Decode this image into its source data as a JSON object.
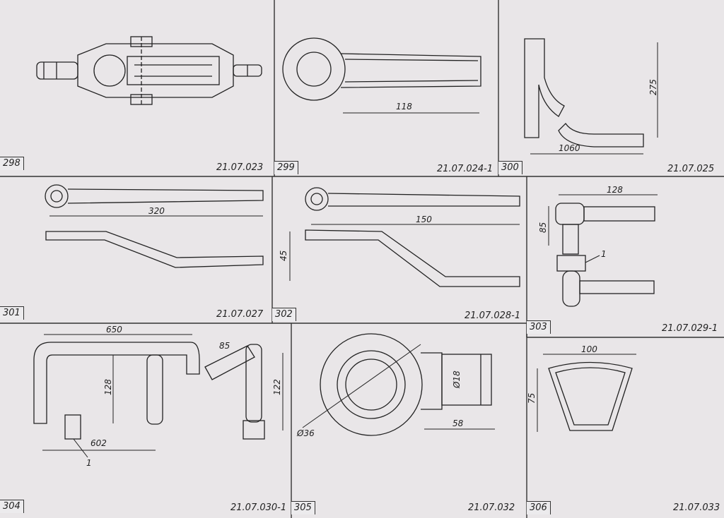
{
  "panels": [
    {
      "num": "298",
      "code": "21.07.023"
    },
    {
      "num": "299",
      "code": "21.07.024-1"
    },
    {
      "num": "300",
      "code": "21.07.025"
    },
    {
      "num": "301",
      "code": "21.07.027"
    },
    {
      "num": "302",
      "code": "21.07.028-1"
    },
    {
      "num": "303",
      "code": "21.07.029-1"
    },
    {
      "num": "304",
      "code": "21.07.030-1"
    },
    {
      "num": "305",
      "code": "21.07.032"
    },
    {
      "num": "306",
      "code": "21.07.033"
    }
  ],
  "dims": {
    "p299_len": "118",
    "p300_h": "275",
    "p300_w": "1060",
    "p301_len": "320",
    "p302_len": "150",
    "p302_h": "45",
    "p303_w": "128",
    "p303_h": "85",
    "p303_callout": "1",
    "p304_w": "650",
    "p304_h": "128",
    "p304_bottom": "602",
    "p304_callout": "1",
    "p304_angle": "85",
    "p304_right": "122",
    "p305_dia_small": "Ø18",
    "p305_dia_big": "Ø36",
    "p305_len": "58",
    "p306_w": "100",
    "p306_h": "75"
  }
}
